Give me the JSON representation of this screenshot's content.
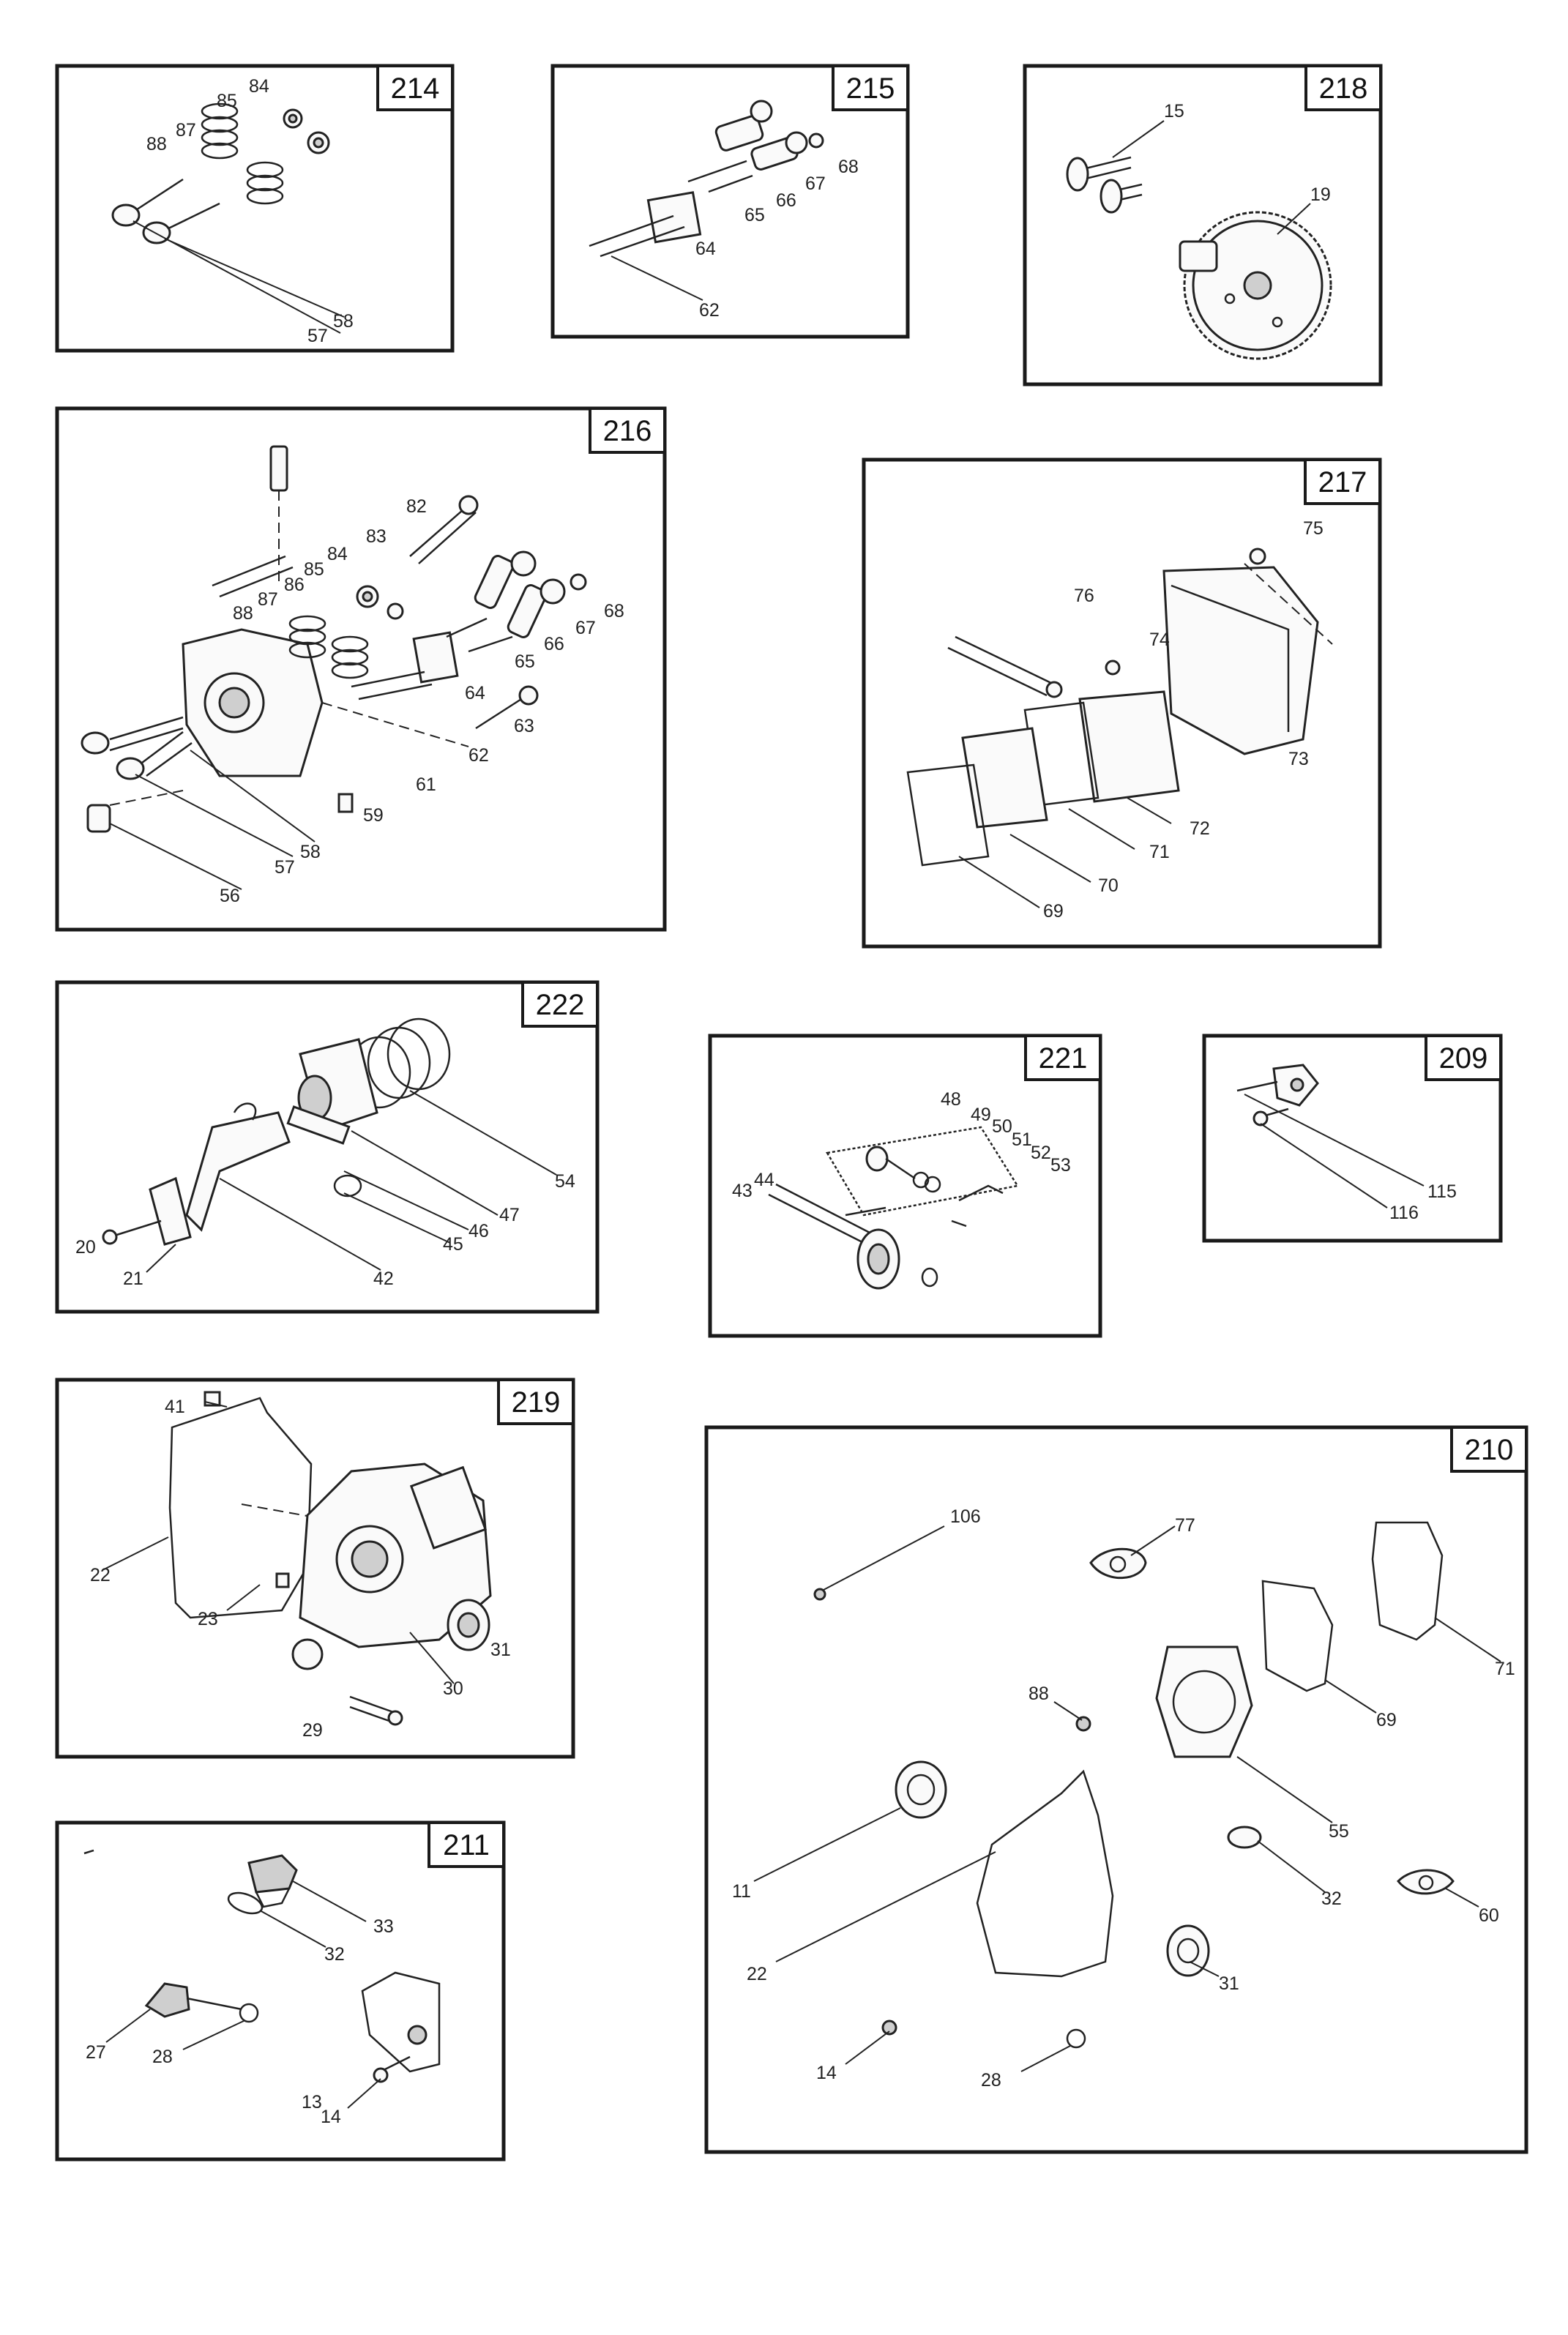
{
  "panels": [
    {
      "id": "214",
      "labels": [
        "84",
        "85",
        "87",
        "88",
        "58",
        "57"
      ]
    },
    {
      "id": "215",
      "labels": [
        "68",
        "67",
        "66",
        "65",
        "64",
        "62"
      ]
    },
    {
      "id": "218",
      "labels": [
        "15",
        "19"
      ]
    },
    {
      "id": "216",
      "labels": [
        "82",
        "83",
        "84",
        "85",
        "86",
        "87",
        "88",
        "68",
        "67",
        "66",
        "65",
        "64",
        "63",
        "62",
        "61",
        "59",
        "58",
        "57",
        "56"
      ]
    },
    {
      "id": "217",
      "labels": [
        "75",
        "76",
        "74",
        "73",
        "72",
        "71",
        "70",
        "69"
      ]
    },
    {
      "id": "222",
      "labels": [
        "54",
        "47",
        "46",
        "45",
        "42",
        "20",
        "21"
      ]
    },
    {
      "id": "221",
      "labels": [
        "48",
        "49",
        "50",
        "51",
        "52",
        "53",
        "43",
        "44"
      ]
    },
    {
      "id": "209",
      "labels": [
        "115",
        "116"
      ]
    },
    {
      "id": "219",
      "labels": [
        "41",
        "22",
        "23",
        "31",
        "30",
        "29"
      ]
    },
    {
      "id": "210",
      "labels": [
        "106",
        "77",
        "71",
        "88",
        "69",
        "55",
        "11",
        "32",
        "60",
        "22",
        "31",
        "14",
        "28"
      ]
    },
    {
      "id": "211",
      "labels": [
        "33",
        "32",
        "27",
        "28",
        "13",
        "14"
      ]
    }
  ]
}
